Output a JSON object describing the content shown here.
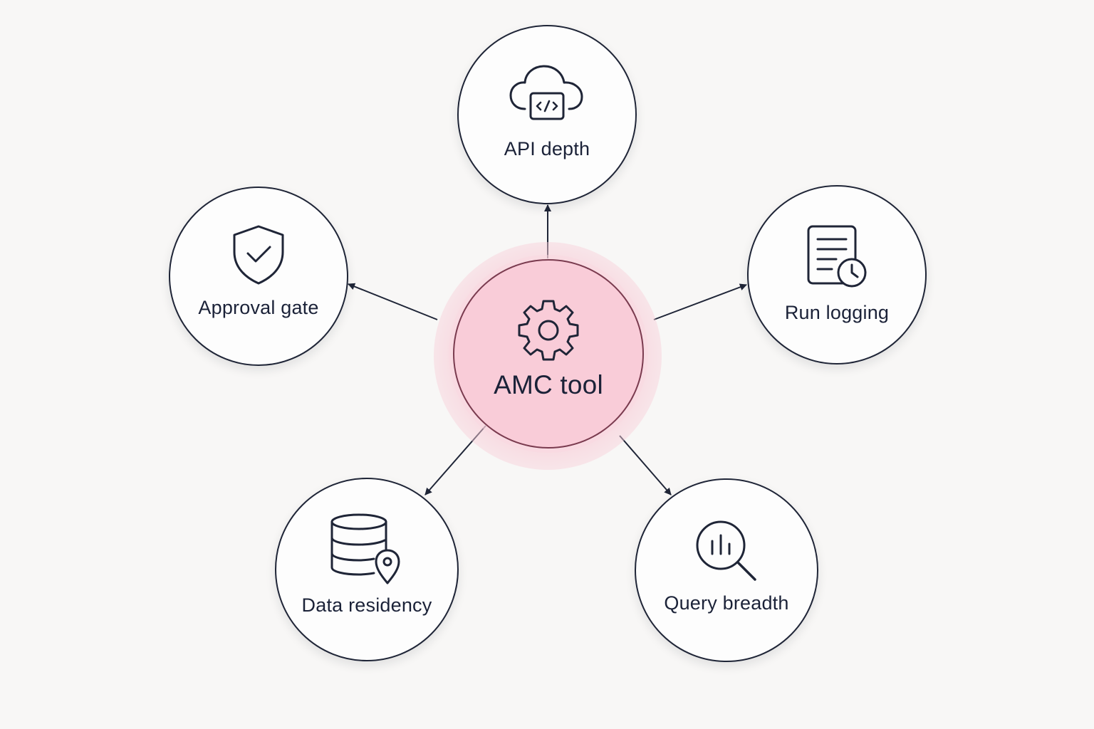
{
  "diagram": {
    "center": {
      "label": "AMC tool",
      "icon": "gear-icon"
    },
    "nodes": [
      {
        "id": "api",
        "label": "API depth",
        "icon": "cloud-code-icon"
      },
      {
        "id": "approval",
        "label": "Approval gate",
        "icon": "shield-check-icon"
      },
      {
        "id": "logging",
        "label": "Run logging",
        "icon": "document-clock-icon"
      },
      {
        "id": "residency",
        "label": "Data residency",
        "icon": "database-location-icon"
      },
      {
        "id": "query",
        "label": "Query breadth",
        "icon": "magnifier-chart-icon"
      }
    ],
    "colors": {
      "background": "#f8f7f6",
      "center_fill": "#f9ccd8",
      "stroke": "#1f2537",
      "text": "#1b2238"
    }
  }
}
